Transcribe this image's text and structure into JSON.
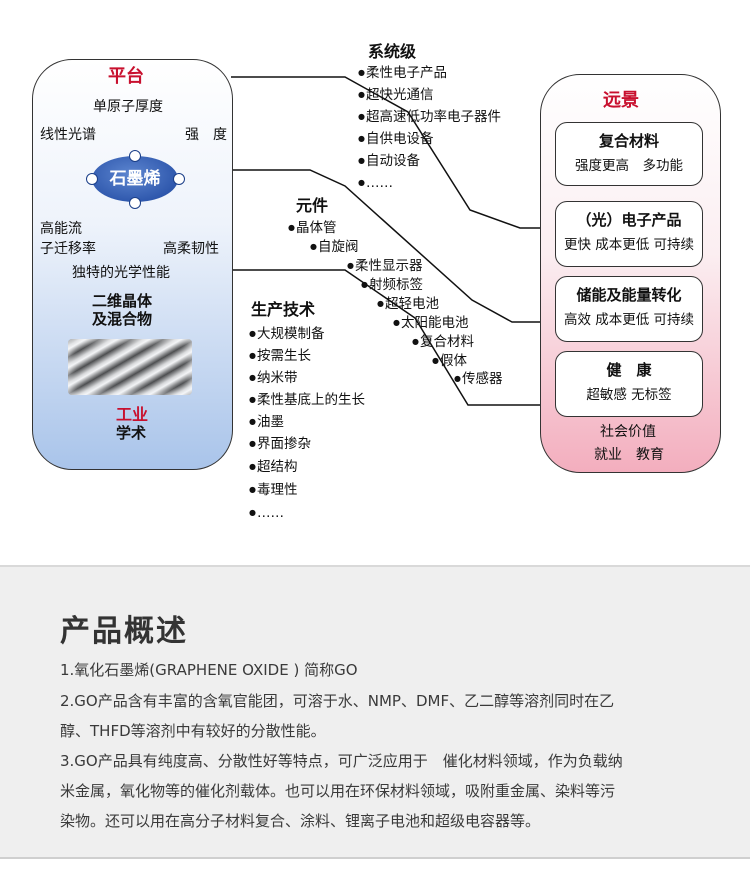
{
  "left_panel": {
    "title": "平台",
    "line1": "单原子厚度",
    "line2_left": "线性光谱",
    "line2_right": "强　度",
    "center_node": "石墨烯",
    "line3": "高能流",
    "line4_left": "子迁移率",
    "line4_right": "高柔韧性",
    "line5": "独特的光学性能",
    "line6": "二维晶体",
    "line7": "及混合物",
    "bottom_red": "工业",
    "bottom_black": "学术"
  },
  "system_level": {
    "title": "系统级",
    "items": [
      "柔性电子产品",
      "超快光通信",
      "超高速低功率电子器件",
      "自供电设备",
      "自动设备",
      "……"
    ]
  },
  "components": {
    "title": "元件",
    "items": [
      "晶体管",
      "自旋阀",
      "柔性显示器",
      "射频标签",
      "超轻电池",
      "太阳能电池",
      "复合材料",
      "假体",
      "传感器"
    ]
  },
  "production": {
    "title": "生产技术",
    "items": [
      "大规模制备",
      "按需生长",
      "纳米带",
      "柔性基底上的生长",
      "油墨",
      "界面掺杂",
      "超结构",
      "毒理性",
      "……"
    ]
  },
  "right_panel": {
    "title": "远景",
    "cards": [
      {
        "title": "复合材料",
        "body": "强度更高　多功能"
      },
      {
        "title": "（光）电子产品",
        "body": "更快 成本更低 可持续"
      },
      {
        "title": "储能及能量转化",
        "body": "高效 成本更低 可持续"
      },
      {
        "title": "健　康",
        "body": "超敏感 无标签"
      }
    ],
    "footer1": "社会价值",
    "footer2": "就业　教育"
  },
  "overview": {
    "title": "产品概述",
    "lines": [
      "1.氧化石墨烯(GRAPHENE OXIDE ) 简称GO",
      "2.GO产品含有丰富的含氧官能团，可溶于水、NMP、DMF、乙二醇等溶剂同时在乙",
      "醇、THFD等溶剂中有较好的分散性能。",
      "3.GO产品具有纯度高、分散性好等特点，可广泛应用于　催化材料领域，作为负载纳",
      "米金属，氧化物等的催化剂载体。也可以用在环保材料领域，吸附重金属、染料等污",
      "染物。还可以用在高分子材料复合、涂料、锂离子电池和超级电容器等。"
    ]
  },
  "colors": {
    "accent_red": "#c8102e",
    "node_blue": "#2f58ad",
    "left_panel_gradient_end": "#a9c4ea",
    "right_panel_gradient_end": "#f3aebe",
    "overview_bg": "#efefef"
  }
}
